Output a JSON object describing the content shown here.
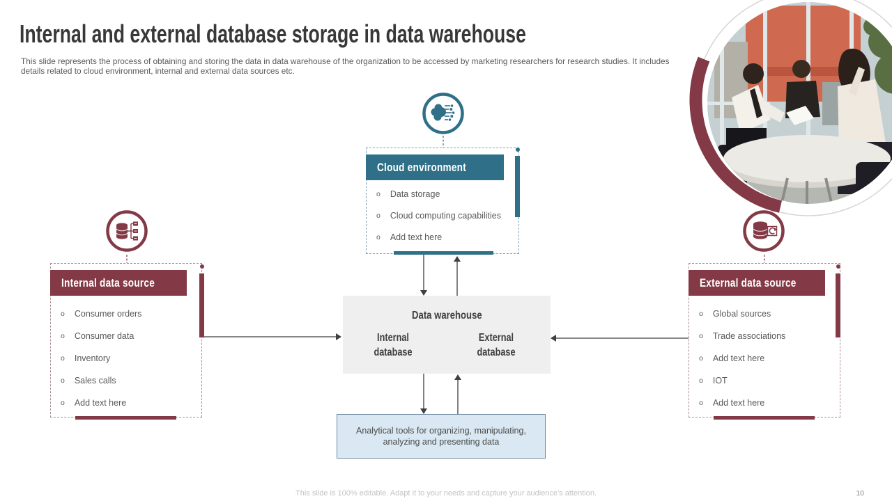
{
  "slide": {
    "title": "Internal and external database storage in data warehouse",
    "subtitle": "This slide represents the process of obtaining and storing the data in data warehouse of the organization to be accessed by marketing researchers for research studies. It includes details related to cloud environment, internal and external data sources etc.",
    "footer": "This slide is 100% editable. Adapt it to your needs and capture your audience's attention.",
    "page_number": "10"
  },
  "ui": {
    "bullet": "o"
  },
  "colors": {
    "teal": "#2F7088",
    "maroon": "#833A46",
    "arrow": "#3F3F3F",
    "warehouse_bg": "#EFEFEF",
    "analytics_bg": "#D9E8F2",
    "analytics_border": "#6F8CA0",
    "footer_text": "#C3C3C3"
  },
  "icons": {
    "top": "brain-circuit-icon",
    "left": "database-share-icon",
    "right": "database-sync-icon",
    "photo": "meeting-photo"
  },
  "boxes": {
    "cloud": {
      "title": "Cloud environment",
      "items": [
        "Data storage",
        "Cloud computing capabilities",
        "Add text here"
      ]
    },
    "internal": {
      "title": "Internal data source",
      "items": [
        "Consumer orders",
        "Consumer data",
        "Inventory",
        "Sales calls",
        "Add text here"
      ]
    },
    "external": {
      "title": "External data source",
      "items": [
        "Global sources",
        "Trade associations",
        "Add text here",
        "IOT",
        "Add text here"
      ]
    },
    "warehouse": {
      "title": "Data warehouse",
      "internal_label": "Internal database",
      "external_label": "External database"
    },
    "analytics": {
      "text": "Analytical tools for organizing, manipulating, analyzing and presenting data"
    }
  }
}
